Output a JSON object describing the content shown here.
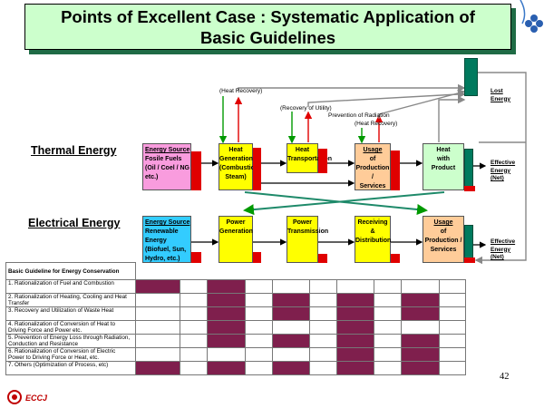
{
  "title": {
    "line1": "Points of Excellent Case : Systematic Application of",
    "line2": "Basic Guidelines"
  },
  "sections": {
    "thermal": "Thermal Energy",
    "electrical": "Electrical Energy"
  },
  "annotations": {
    "heat_recovery_top": "(Heat Recovery)",
    "recovery_utility": "(Recovery of Utility)",
    "prevention_radiation": "Prevention of Radiation",
    "heat_recovery_mid": "(Heat Recovery)"
  },
  "right_labels": {
    "lost_energy": [
      "Lost",
      "Energy"
    ],
    "effective_thermal": [
      "Effective",
      "Energy",
      "(Net)"
    ],
    "effective_electrical": [
      "Effective",
      "Energy",
      "(Net)"
    ]
  },
  "thermal_boxes": {
    "source": {
      "heading": "Energy Source",
      "body": [
        "Fosile Fuels",
        "(Oil / Coel / NG",
        "etc.)"
      ]
    },
    "heat_gen": {
      "heading": "Heat",
      "body": [
        "Generation",
        "(Combustion",
        "Steam)"
      ]
    },
    "heat_trans": {
      "heading": "Heat",
      "body": [
        "Transportation"
      ]
    },
    "usage": {
      "heading": "Usage",
      "body": [
        "of",
        "Production /",
        "Services"
      ]
    },
    "heat_product": {
      "heading": "Heat",
      "body": [
        "with",
        "Product"
      ]
    }
  },
  "electrical_boxes": {
    "source": {
      "heading": "Energy Source",
      "body": [
        "Renewable",
        "Energy",
        "(Biofuel, Sun,",
        "Hydro, etc.)"
      ]
    },
    "power_gen": {
      "heading": "Power",
      "body": [
        "Generation"
      ]
    },
    "power_trans": {
      "heading": "Power",
      "body": [
        "Transmission"
      ]
    },
    "receiving": {
      "heading": "Receiving &",
      "body": [
        "Distribution"
      ]
    },
    "usage": {
      "heading": "Usage",
      "body": [
        "of",
        "Production /",
        "Services"
      ]
    }
  },
  "guideline_table": {
    "header": "Basic Guideline for Energy Conservation",
    "rows": [
      {
        "label": "1. Rationalization of Fuel and Combustion",
        "cells": [
          1,
          0,
          1,
          0,
          0,
          0,
          0,
          0,
          0,
          0
        ]
      },
      {
        "label": "2. Rationalization of Heating, Cooling and Heat Transfer",
        "cells": [
          0,
          0,
          1,
          0,
          1,
          0,
          1,
          0,
          1,
          0
        ]
      },
      {
        "label": "3. Recovery and Utilization of Waste Heat",
        "cells": [
          0,
          0,
          1,
          0,
          1,
          0,
          1,
          0,
          1,
          0
        ]
      },
      {
        "label": "4. Rationalization of Conversion of Heat to Driving Force and Power etc.",
        "cells": [
          0,
          0,
          1,
          0,
          0,
          0,
          1,
          0,
          0,
          0
        ]
      },
      {
        "label": "5. Prevention of Energy Loss through Radiation, Conduction and Resistance",
        "cells": [
          0,
          0,
          1,
          0,
          1,
          0,
          1,
          0,
          1,
          0
        ]
      },
      {
        "label": "6. Rationalization of Conversion of Electric Power to Driving Force or Heat, etc.",
        "cells": [
          0,
          0,
          0,
          0,
          0,
          0,
          1,
          0,
          1,
          0
        ]
      },
      {
        "label": "7. Others (Optimization of Process, etc)",
        "cells": [
          1,
          0,
          1,
          0,
          1,
          0,
          1,
          0,
          1,
          0
        ]
      }
    ]
  },
  "page_number": "42",
  "logo": "ECCJ",
  "colors": {
    "title_bg": "#ccffcc",
    "source_thermal": "#f99cde",
    "source_electric": "#33ccff",
    "yellow": "#ffff00",
    "usage": "#ffcc99",
    "product": "#ccffcc",
    "red": "#e00000",
    "teal": "#007a5e",
    "matrix_fill": "#7f1f4d",
    "green_arrow": "#009900"
  }
}
